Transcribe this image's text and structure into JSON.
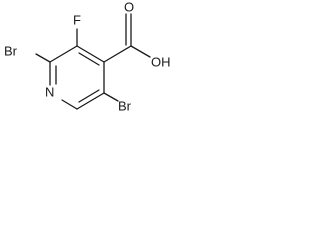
{
  "diagram": {
    "atoms": {
      "br_left": "Br",
      "fluorine": "F",
      "hydroxyl": "OH",
      "carbonyl_oxygen": "O",
      "nitrogen": "N",
      "br_right": "Br"
    }
  }
}
